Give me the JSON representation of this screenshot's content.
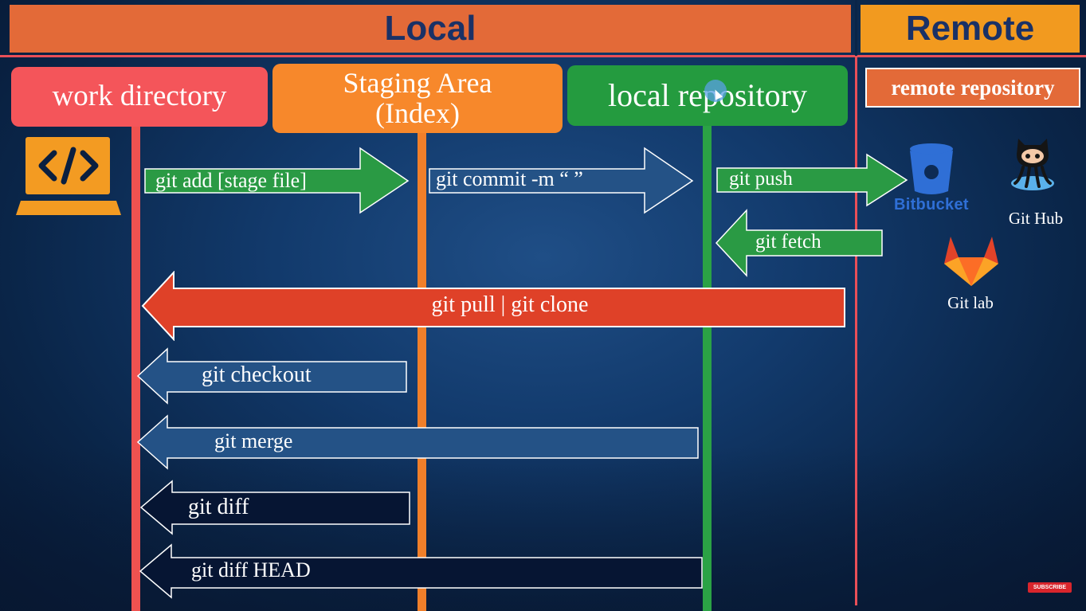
{
  "headers": {
    "local": "Local",
    "remote": "Remote"
  },
  "stages": {
    "work_directory": "work directory",
    "staging_line1": "Staging Area",
    "staging_line2": "(Index)",
    "local_repository": "local repository",
    "remote_repository": "remote repository"
  },
  "commands": {
    "add": "git add [stage file]",
    "commit": "git commit -m “ ”",
    "push": "git push",
    "fetch": "git fetch",
    "pull_clone": "git pull | git clone",
    "checkout": "git checkout",
    "merge": "git merge",
    "diff": "git diff",
    "diff_head": "git diff HEAD"
  },
  "services": {
    "bitbucket": "Bitbucket",
    "github": "Git Hub",
    "gitlab": "Git lab"
  },
  "laptop_icon": "code-laptop-icon",
  "subscribe": "SUBSCRIBE",
  "colors": {
    "local_header": "#e36a38",
    "remote_header": "#f29a1f",
    "work_directory": "#f4555a",
    "staging_area": "#f7882b",
    "local_repository": "#249b3f",
    "arrow_green": "#2a9a44",
    "arrow_blue": "#245286",
    "arrow_red": "#df4128",
    "arrow_dark": "#061533"
  }
}
